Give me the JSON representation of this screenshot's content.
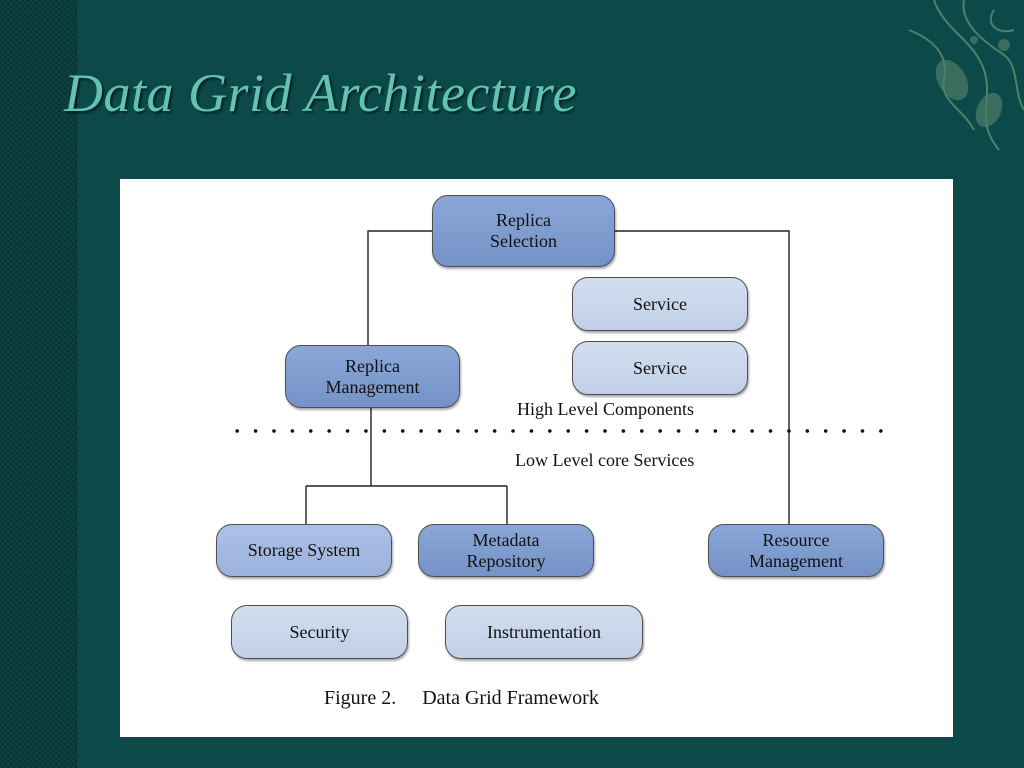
{
  "title": "Data Grid Architecture",
  "figure": {
    "nodes": {
      "replica_selection": "Replica\nSelection",
      "service_1": "Service",
      "service_2": "Service",
      "replica_management": "Replica\nManagement",
      "storage_system": "Storage System",
      "metadata_repository": "Metadata\nRepository",
      "resource_management": "Resource\nManagement",
      "security": "Security",
      "instrumentation": "Instrumentation"
    },
    "high_level_label": "High Level Components",
    "low_level_label": "Low Level core Services",
    "caption": {
      "number": "Figure 2.",
      "text": "Data Grid Framework"
    }
  },
  "colors": {
    "background": "#0b4a48",
    "title": "#63c2b3",
    "node_dark": "#7f9dd0",
    "node_mid": "#a3b8e0",
    "node_light": "#c8d6ec"
  }
}
